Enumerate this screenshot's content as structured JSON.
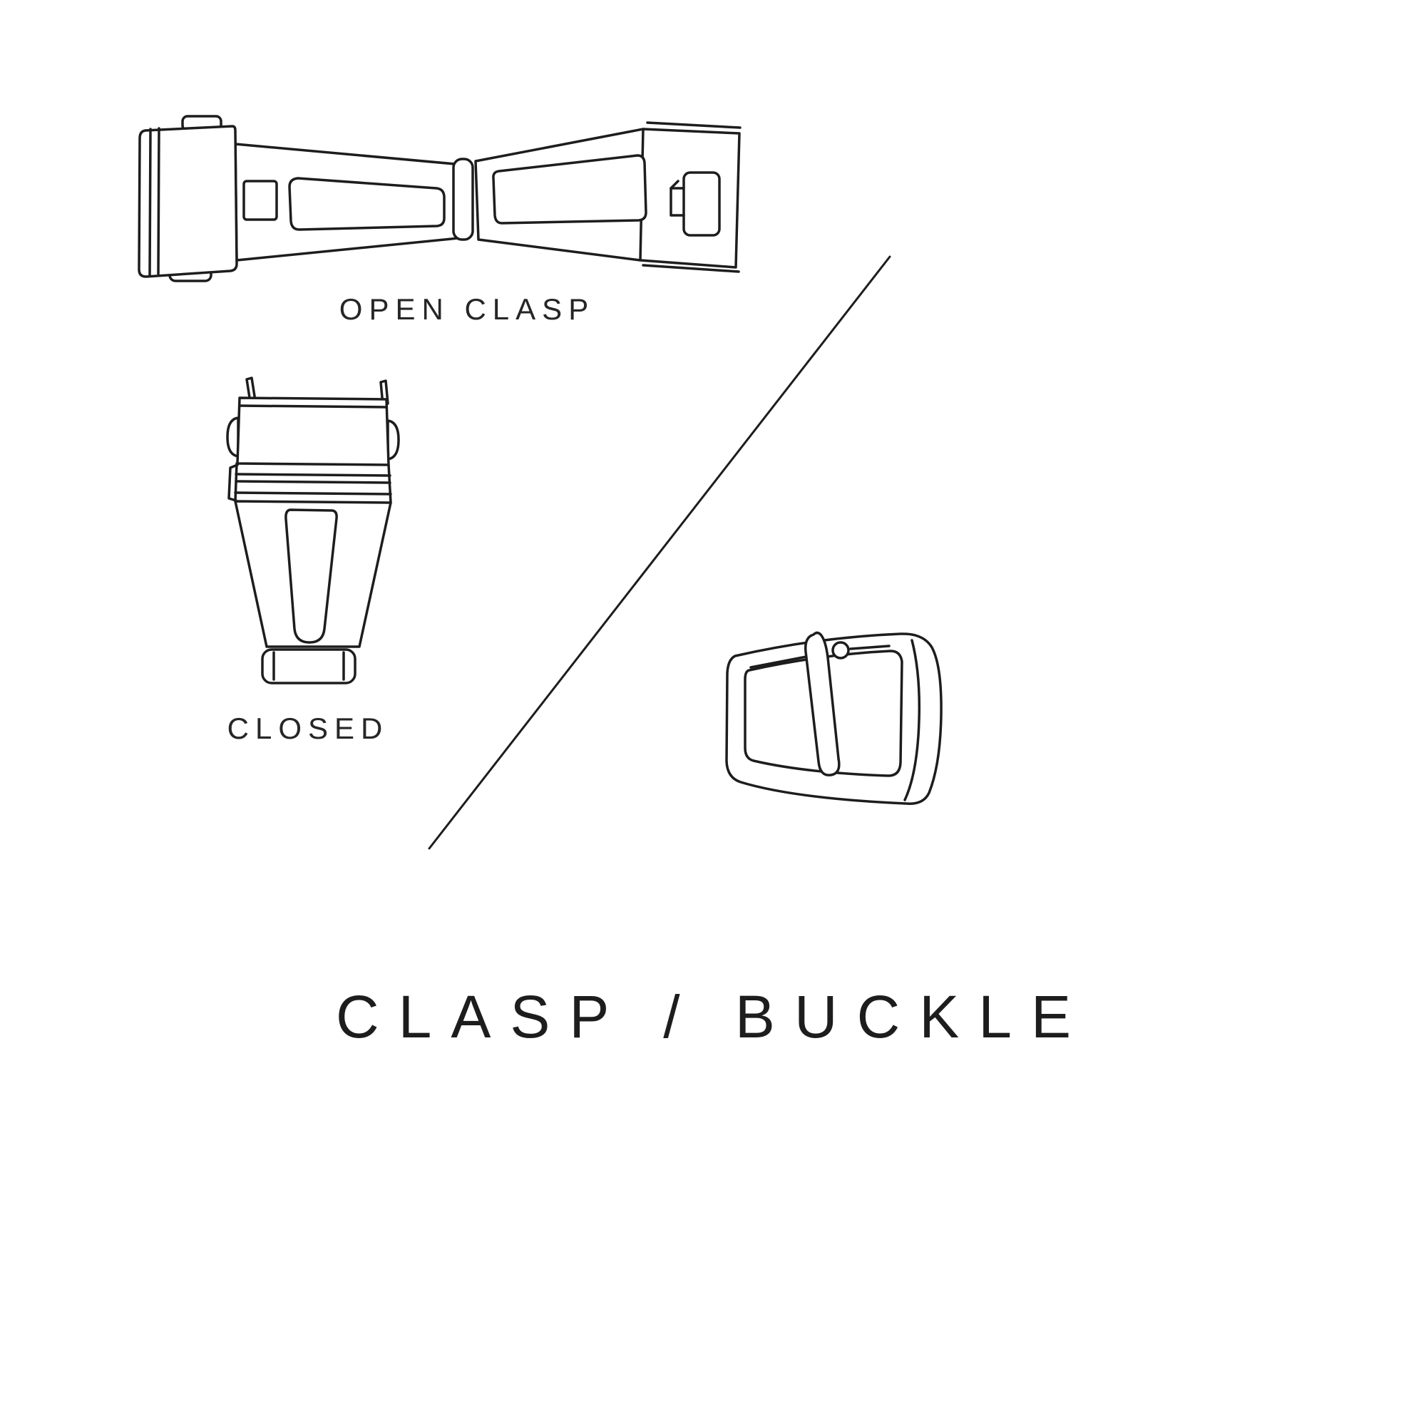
{
  "page": {
    "background_color": "#ffffff",
    "line_color": "#1d1d1d",
    "text_color": "#262626"
  },
  "title": "CLASP / BUCKLE",
  "figures": {
    "open_clasp": {
      "label": "OPEN CLASP"
    },
    "closed_clasp": {
      "label": "CLOSED"
    },
    "buckle": {
      "label": ""
    }
  }
}
